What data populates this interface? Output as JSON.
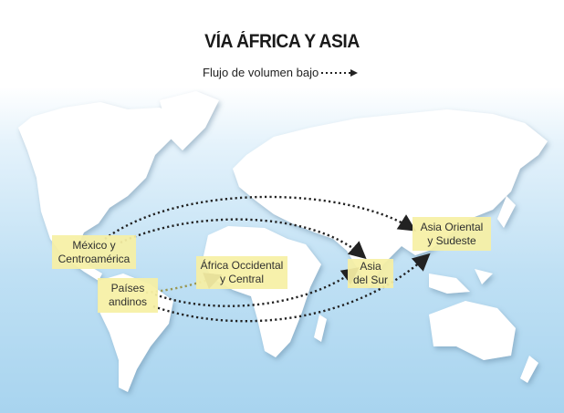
{
  "title": "VÍA ÁFRICA Y ASIA",
  "legend": {
    "label": "Flujo de volumen bajo",
    "icon": "dotted-arrow-icon"
  },
  "regions": {
    "mexico": [
      "México y",
      "Centroamérica"
    ],
    "andinos": [
      "Países",
      "andinos"
    ],
    "africa": [
      "África Occidental",
      "y Central"
    ],
    "asia_sur": [
      "Asia",
      "del Sur"
    ],
    "asia_oriental": [
      "Asia Oriental",
      "y Sudeste"
    ]
  },
  "flows": [
    {
      "from": "México y Centroamérica",
      "to": "Asia Oriental y Sudeste",
      "volume": "bajo"
    },
    {
      "from": "México y Centroamérica",
      "to": "Asia del Sur",
      "volume": "bajo"
    },
    {
      "from": "Países andinos",
      "to": "África Occidental y Central",
      "volume": "bajo"
    },
    {
      "from": "Países andinos",
      "to": "Asia del Sur",
      "volume": "bajo"
    },
    {
      "from": "Países andinos",
      "to": "Asia Oriental y Sudeste",
      "volume": "bajo"
    }
  ],
  "colors": {
    "label_bg": "#f7f0a5",
    "ocean": "#a8d4ef",
    "land": "#ffffff",
    "arrow": "#222222"
  }
}
